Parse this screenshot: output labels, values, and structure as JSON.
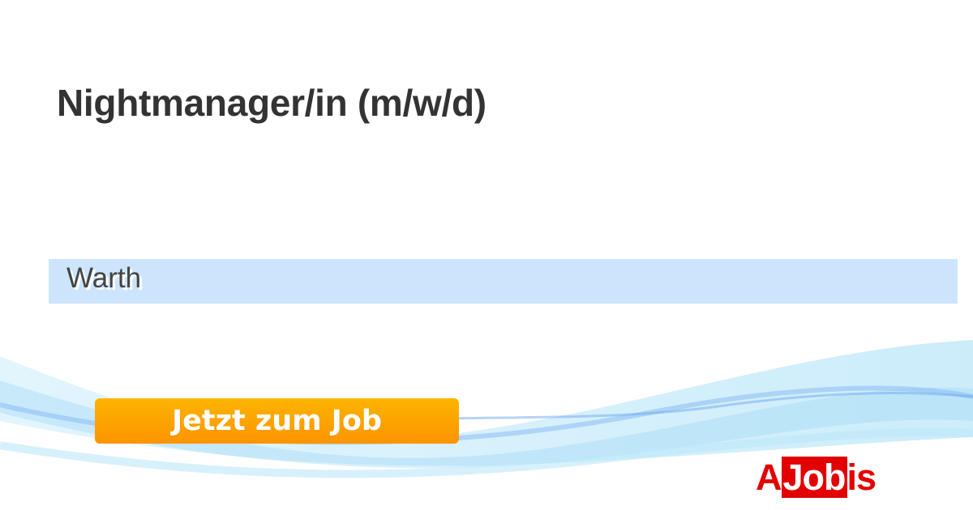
{
  "job": {
    "title": "Nightmanager/in (m/w/d)",
    "location": "Warth"
  },
  "cta": {
    "label": "Jetzt zum Job"
  },
  "logo": {
    "part_a": "A",
    "part_box": "Job",
    "part_end": "is"
  },
  "colors": {
    "accent": "#fc9400",
    "location_bg": "#cce5fd",
    "brand": "#e30000"
  }
}
